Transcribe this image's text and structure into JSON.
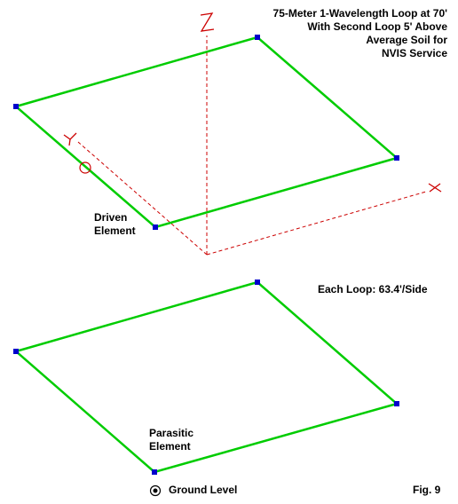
{
  "title_lines": [
    "75-Meter 1-Wavelength Loop at 70'",
    "With Second Loop 5' Above",
    "Average Soil for",
    "NVIS Service"
  ],
  "axis_labels": {
    "z": "Z",
    "y": "Y",
    "x": "X"
  },
  "driven_label": [
    "Driven",
    "Element"
  ],
  "parasitic_label": [
    "Parasitic",
    "Element"
  ],
  "loop_size_text": "Each Loop:  63.4'/Side",
  "ground_level_text": "Ground Level",
  "figure_label": "Fig. 9",
  "colors": {
    "wire": "#00cc00",
    "node": "#0000cc",
    "axis": "#cc0000",
    "source": "#cc0000",
    "text": "#000000",
    "background": "#ffffff"
  }
}
